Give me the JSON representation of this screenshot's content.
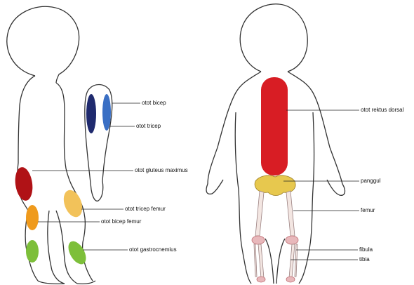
{
  "labels": {
    "bicep": "otot bicep",
    "tricep": "otot tricep",
    "gluteus": "otot gluteus maximus",
    "tricep_femur": "otot tricep femur",
    "bicep_femur": "otot bicep femur",
    "gastrocnemius": "otot gastrocnemius",
    "rektus": "otot rektus dorsal",
    "panggul": "panggul",
    "femur": "femur",
    "fibula": "fibula",
    "tibia": "tibia"
  },
  "colors": {
    "outline": "#333333",
    "bicep": "#1f2a6e",
    "tricep": "#3a6fc4",
    "gluteus": "#b01216",
    "tricep_femur": "#f2c25a",
    "bicep_femur": "#ef9a1c",
    "gastrocnemius": "#7dbf3a",
    "rektus": "#d81d24",
    "pelvis": "#e7c84e",
    "bone": "#f3e6e2",
    "joint": "#d98a8f"
  }
}
